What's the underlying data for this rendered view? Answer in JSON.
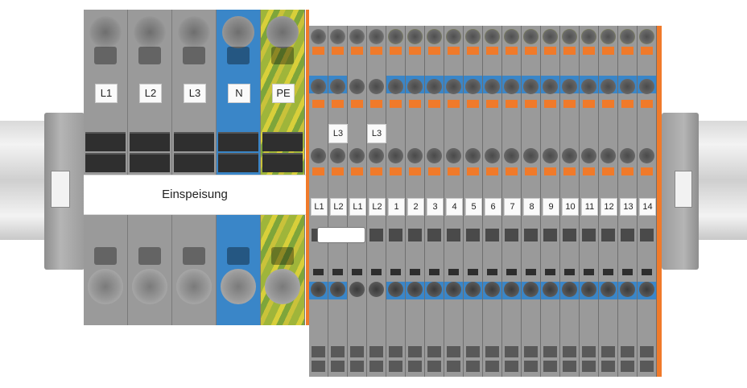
{
  "feed_block": {
    "labels": [
      "L1",
      "L2",
      "L3",
      "N",
      "PE"
    ],
    "banner": "Einspeisung"
  },
  "distribution_block": {
    "top_labels": [
      "L3",
      "L3"
    ],
    "labels": [
      "L1",
      "L2",
      "L1",
      "L2",
      "1",
      "2",
      "3",
      "4",
      "5",
      "6",
      "7",
      "8",
      "9",
      "10",
      "11",
      "12",
      "13",
      "14"
    ]
  },
  "colors": {
    "grey": "#9a9a9a",
    "blue": "#3a86c8",
    "green_yellow": "#a7b43a",
    "orange": "#f07a2a"
  }
}
